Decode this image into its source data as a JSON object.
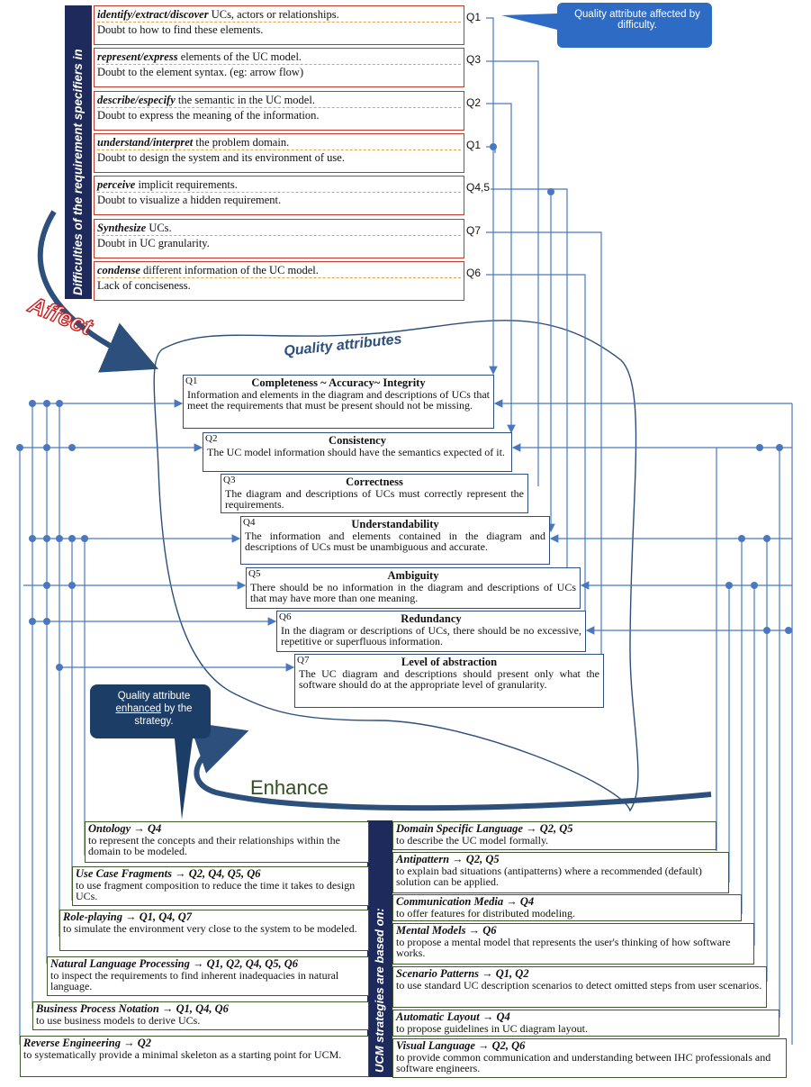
{
  "side_labels": {
    "difficulties": "Difficulties of the requirement specifiers in",
    "strategies": "UCM strategies are based on:"
  },
  "callouts": {
    "top": "Quality attribute affected by difficulty.",
    "bottom_pre": "Quality attribute",
    "bottom_underlined": "enhanced",
    "bottom_mid": " by the",
    "bottom_post": "strategy."
  },
  "arrows": {
    "affect": "Affect",
    "quality_attributes": "Quality attributes",
    "enhance": "Enhance"
  },
  "difficulties": [
    {
      "keyword": "identify/extract/discover",
      "rest": "  UCs, actors or relationships.",
      "doubt": "Doubt to how to find these elements.",
      "q": "Q1"
    },
    {
      "keyword": "represent/express",
      "rest": "  elements of the UC model.",
      "doubt": "Doubt to the element syntax. (eg:  arrow flow)",
      "q": "Q3"
    },
    {
      "keyword": "describe/especify",
      "rest": "  the semantic in the UC model.",
      "doubt": "Doubt to express the meaning  of the information.",
      "q": "Q2"
    },
    {
      "keyword": "understand/interpret",
      "rest": "  the problem domain.",
      "doubt": "Doubt to design  the system and its environment  of use.",
      "q": "Q1"
    },
    {
      "keyword": "perceive",
      "rest": "  implicit requirements.",
      "doubt": "Doubt to visualize  a hidden requirement.",
      "q": "Q4,5"
    },
    {
      "keyword": "Synthesize",
      "rest": " UCs.",
      "doubt": "Doubt in UC granularity.",
      "q": "Q7"
    },
    {
      "keyword": "condense",
      "rest": " different information of the UC model.",
      "doubt": "Lack of conciseness.",
      "q": "Q6"
    }
  ],
  "qualities": [
    {
      "id": "Q1",
      "title": "Completeness ~ Accuracy~ Integrity",
      "desc": "Information and elements in the diagram and descriptions of UCs that meet the requirements that must be present should not be missing."
    },
    {
      "id": "Q2",
      "title": "Consistency",
      "desc": "The UC model information should have the semantics expected of it."
    },
    {
      "id": "Q3",
      "title": "Correctness",
      "desc": "The diagram and descriptions of UCs must correctly represent the requirements."
    },
    {
      "id": "Q4",
      "title": "Understandability",
      "desc": "The information and elements contained in the diagram and descriptions of UCs must be unambiguous and accurate."
    },
    {
      "id": "Q5",
      "title": "Ambiguity",
      "desc": "There should be no information in the diagram and descriptions of UCs that may have more than one meaning."
    },
    {
      "id": "Q6",
      "title": "Redundancy",
      "desc": "In the diagram or descriptions of UCs, there should be no excessive, repetitive or superfluous information."
    },
    {
      "id": "Q7",
      "title": "Level of abstraction",
      "desc": "The UC diagram and descriptions should present only what the software should do at the appropriate level of granularity."
    }
  ],
  "strategies_left": [
    {
      "name": "Ontology",
      "targets": "Q4",
      "desc": "to represent the concepts and their relationships within the domain to be modeled."
    },
    {
      "name": "Use Case Fragments",
      "targets": "Q2, Q4, Q5, Q6",
      "desc": "to use fragment composition to reduce the time it takes to design UCs."
    },
    {
      "name": "Role-playing",
      "targets": "Q1, Q4, Q7",
      "desc": "to simulate the environment very close to the system to be modeled."
    },
    {
      "name": "Natural Language Processing",
      "targets": "Q1, Q2, Q4, Q5, Q6",
      "desc": "to inspect the requirements to find inherent inadequacies in natural language."
    },
    {
      "name": "Business Process Notation",
      "targets": "Q1, Q4, Q6",
      "desc": "to use business models to derive UCs."
    },
    {
      "name": "Reverse Engineering",
      "targets": "Q2",
      "desc": "to systematically provide a minimal skeleton as a starting point for UCM."
    }
  ],
  "strategies_right": [
    {
      "name": "Domain Specific Language",
      "targets": "Q2, Q5",
      "desc": "to describe the UC model formally."
    },
    {
      "name": "Antipattern",
      "targets": "Q2, Q5",
      "desc": "to explain bad situations (antipatterns) where a recommended (default) solution can be applied."
    },
    {
      "name": "Communication Media",
      "targets": "Q4",
      "desc": "to offer features for distributed modeling."
    },
    {
      "name": "Mental Models",
      "targets": "Q6",
      "desc": "to propose a mental model that represents the user's thinking of how software works."
    },
    {
      "name": "Scenario Patterns",
      "targets": "Q1, Q2",
      "desc": "to use standard UC description scenarios to detect omitted steps from user scenarios."
    },
    {
      "name": "Automatic Layout",
      "targets": "Q4",
      "desc": "to propose guidelines in UC diagram layout."
    },
    {
      "name": "Visual Language",
      "targets": "Q2, Q6",
      "desc": "to provide common communication and understanding between IHC professionals and software engineers."
    }
  ],
  "colors": {
    "difficulty_border": "#c0392b",
    "quality_border": "#2c4f7c",
    "strategy_border": "#3d5c2a",
    "connector": "#4a78c0",
    "callout": "#2e6bc4",
    "dark_callout": "#1c3d66",
    "side_bar": "#1f2a5c",
    "affect_text": "#cc1f1f",
    "enhance_text": "#2f4f1e"
  }
}
